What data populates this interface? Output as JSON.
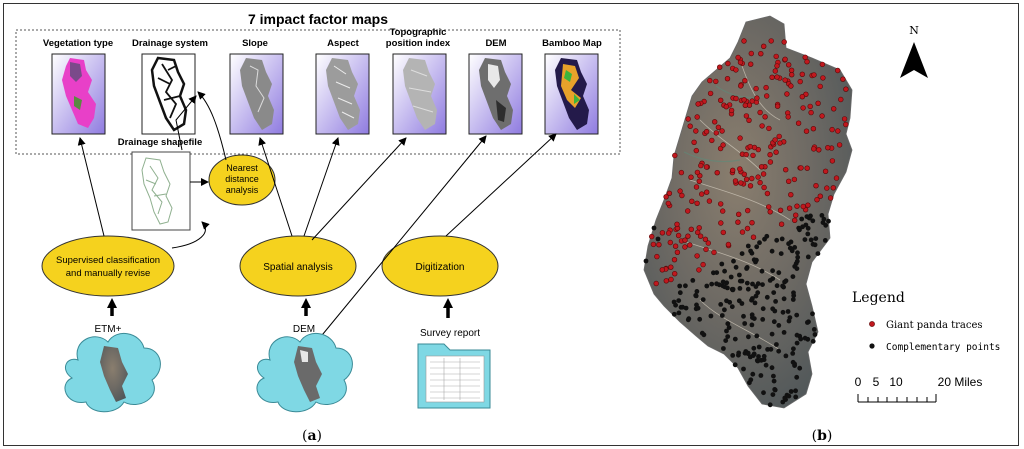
{
  "panel_a": {
    "title": "7 impact factor maps",
    "maps": [
      {
        "label": "Vegetation type"
      },
      {
        "label": "Drainage system"
      },
      {
        "label": "Slope"
      },
      {
        "label": "Aspect"
      },
      {
        "label_line1": "Topographic",
        "label_line2": "position index"
      },
      {
        "label": "DEM"
      },
      {
        "label": "Bamboo Map"
      }
    ],
    "drainage_shapefile": "Drainage shapefile",
    "nearest_distance": [
      "Nearest",
      "distance",
      "analysis"
    ],
    "processes": {
      "supervised": [
        "Supervised classification",
        "and manually revise"
      ],
      "spatial": "Spatial analysis",
      "digitization": "Digitization"
    },
    "inputs": {
      "etm": "ETM+",
      "dem": "DEM",
      "survey": "Survey report"
    },
    "caption": "a"
  },
  "panel_b": {
    "north": "N",
    "legend_title": "Legend",
    "legend_items": [
      {
        "label": "Giant panda traces",
        "color": "#c0181e"
      },
      {
        "label": "Complementary points",
        "color": "#111111"
      }
    ],
    "scale_labels": [
      "0",
      "5",
      "10",
      "20 Miles"
    ],
    "caption": "b"
  },
  "colors": {
    "ellipse_fill": "#f5d21e",
    "cloud_fill": "#7fd8e4",
    "map_bg": "#a48fe6"
  }
}
